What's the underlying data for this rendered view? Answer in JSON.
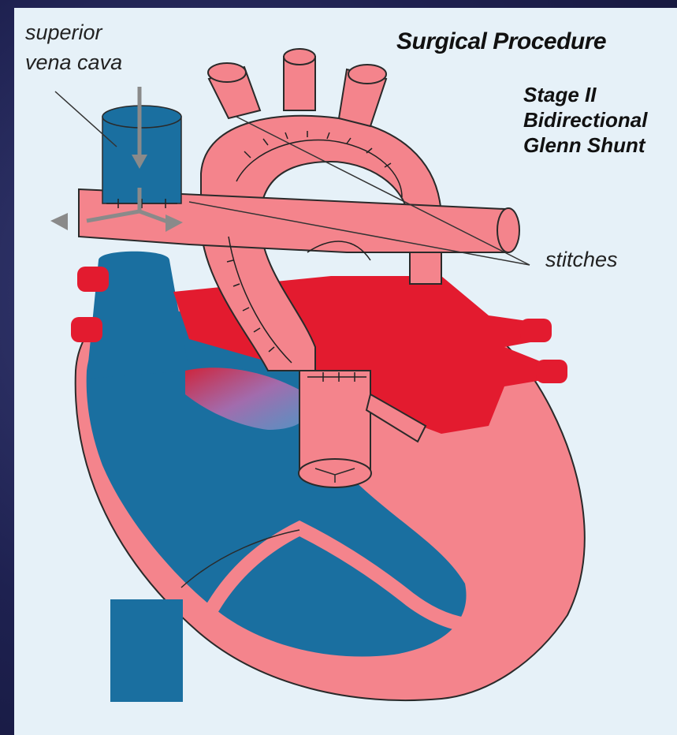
{
  "title": "Surgical Procedure",
  "subtitle_lines": [
    "Stage II",
    "Bidirectional",
    "Glenn Shunt"
  ],
  "labels": {
    "svc_line1": "superior",
    "svc_line2": "vena cava",
    "stitches": "stitches"
  },
  "colors": {
    "panel_bg": "#e6f1f8",
    "oxygen_poor": "#1a6fa0",
    "oxygen_rich": "#e31b2f",
    "tissue": "#f4848c",
    "arrow": "#8a8a8a",
    "stitch": "#222222"
  }
}
